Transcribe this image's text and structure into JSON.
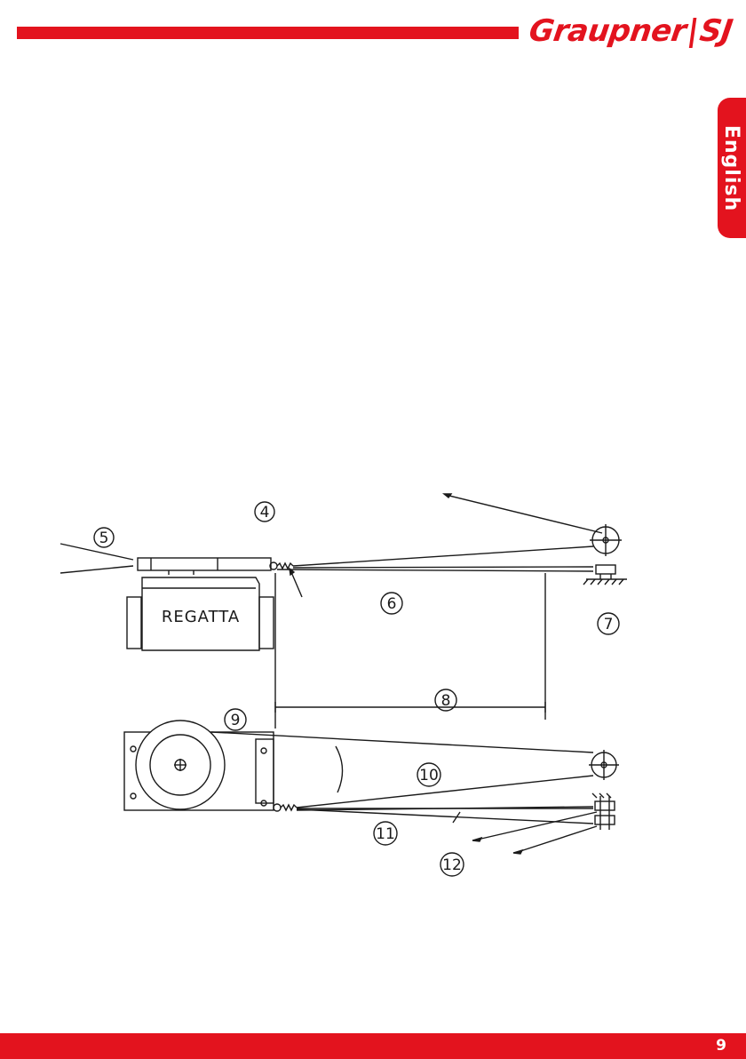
{
  "header": {
    "brand": {
      "name": "Graupner",
      "separator": "|",
      "suffix": "SJ"
    },
    "accent_color": "#e3131e"
  },
  "side_tab": {
    "label": "English"
  },
  "diagram": {
    "servo_label": "REGATTA",
    "callouts": [
      "4",
      "5",
      "6",
      "7",
      "8",
      "9",
      "10",
      "11",
      "12"
    ]
  },
  "footer": {
    "page_number": "9"
  }
}
